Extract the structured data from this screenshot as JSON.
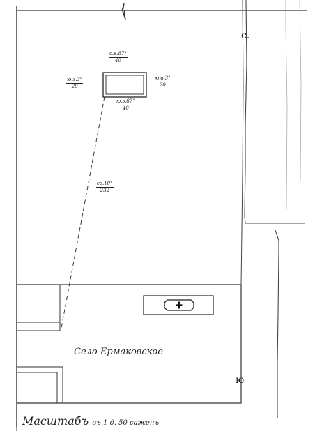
{
  "compass": {
    "north": "с.",
    "south": "ю"
  },
  "plot_measurements": {
    "top": {
      "bearing": "с.в.87°",
      "length": "40"
    },
    "left": {
      "bearing": "ю.з.3°",
      "length": "20"
    },
    "right": {
      "bearing": "ю.в.3°",
      "length": "20"
    },
    "bottom": {
      "bearing": "ю.з.87°",
      "length": "40"
    }
  },
  "tie_line": {
    "bearing": "св.10°",
    "length": "232"
  },
  "village_label": "Село Ермаковское",
  "scale_text": {
    "main": "Масштабъ",
    "detail": "въ 1 д. 50 саженъ"
  },
  "church_symbol": "church-icon"
}
